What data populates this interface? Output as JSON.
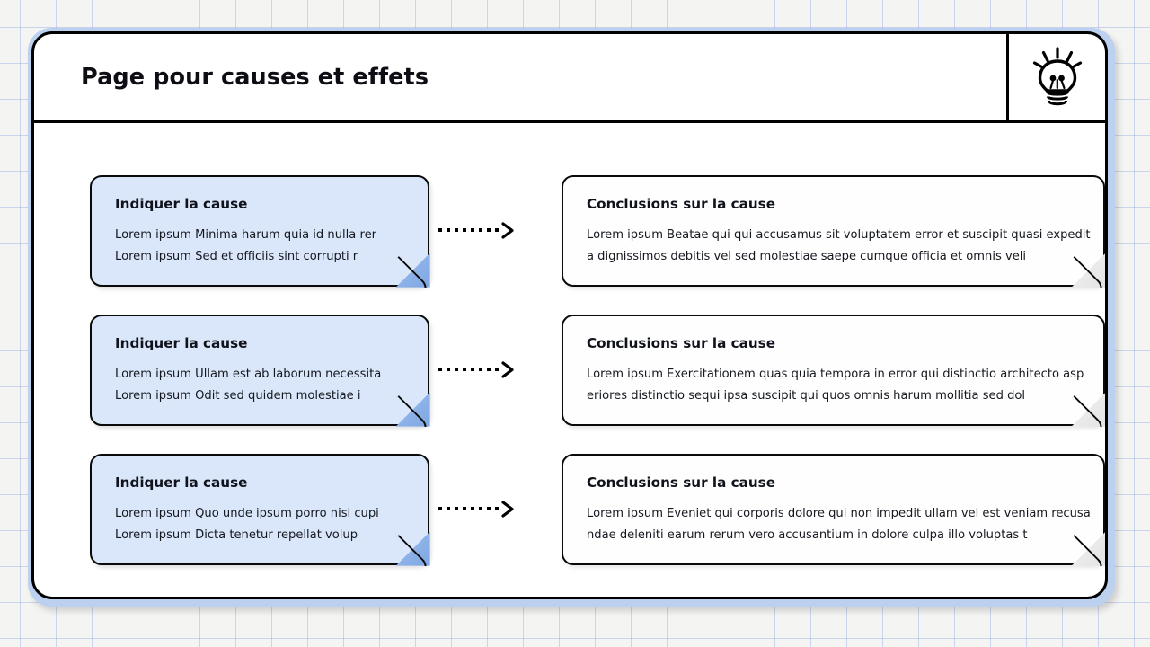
{
  "header": {
    "title": "Page pour causes et effets",
    "icon": "lightbulb-icon"
  },
  "rows": [
    {
      "cause": {
        "title": "Indiquer la cause",
        "lines": [
          "Lorem ipsum Minima harum quia id nulla rer",
          "Lorem ipsum Sed et officiis sint corrupti r"
        ]
      },
      "connector": "dotted-arrow-right",
      "conclusion": {
        "title": "Conclusions sur la cause",
        "lines": [
          "Lorem ipsum Beatae qui qui accusamus sit voluptatem error et suscipit quasi expedit",
          "a dignissimos debitis vel sed molestiae saepe cumque officia et omnis veli"
        ]
      }
    },
    {
      "cause": {
        "title": "Indiquer la cause",
        "lines": [
          "Lorem ipsum Ullam est ab laborum necessita",
          "Lorem ipsum Odit sed quidem molestiae i"
        ]
      },
      "connector": "dotted-arrow-right",
      "conclusion": {
        "title": "Conclusions sur la cause",
        "lines": [
          "Lorem ipsum Exercitationem quas quia tempora in error qui distinctio architecto asp",
          "eriores distinctio sequi ipsa suscipit qui quos omnis harum mollitia sed dol"
        ]
      }
    },
    {
      "cause": {
        "title": "Indiquer la cause",
        "lines": [
          "Lorem ipsum Quo unde ipsum porro nisi cupi",
          "Lorem ipsum Dicta tenetur repellat volup"
        ]
      },
      "connector": "dotted-arrow-right",
      "conclusion": {
        "title": "Conclusions sur la cause",
        "lines": [
          "Lorem ipsum Eveniet qui corporis dolore qui non impedit ullam vel est veniam recusa",
          "ndae deleniti earum rerum vero accusantium in dolore culpa illo voluptas t"
        ]
      }
    }
  ],
  "colors": {
    "cause_card_fill": "#dae7fa",
    "cause_fold_fill": "#8fb4e8",
    "conclusion_card_fill": "#fefefe",
    "frame_border": "#bcd0ef",
    "outline": "#0a0a0a",
    "grid_line": "#96aae1",
    "canvas": "#f4f5f3"
  }
}
